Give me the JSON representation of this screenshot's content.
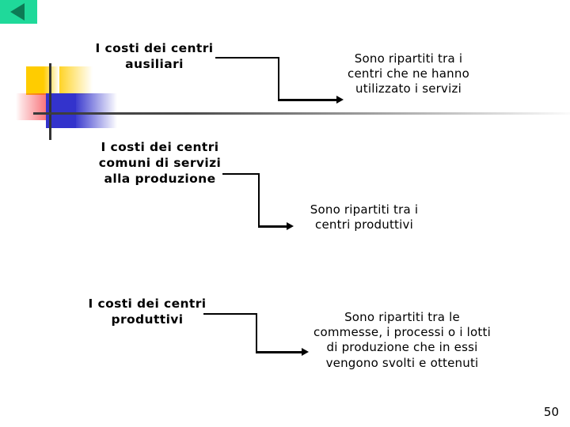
{
  "nav": {
    "back_button_label": "",
    "back_icon": "triangle-left-icon",
    "back_color": "#1fd99a",
    "back_glyph_color": "#0d7a55"
  },
  "decor": {
    "yellow": "#ffcc00",
    "red": "#f5323c",
    "blue": "#3333cc",
    "rule": "#3a3a3a"
  },
  "slide": {
    "blocks": [
      {
        "label": "I costi dei centri ausiliari",
        "note": "Sono ripartiti tra i centri che ne hanno utilizzato i servizi"
      },
      {
        "label": "I costi dei centri comuni di servizi alla produzione",
        "note": "Sono ripartiti tra i centri produttivi"
      },
      {
        "label": "I costi dei centri produttivi",
        "note": "Sono ripartiti tra le commesse, i processi o i lotti di produzione che in essi vengono svolti e ottenuti"
      }
    ],
    "page_number": "50"
  }
}
